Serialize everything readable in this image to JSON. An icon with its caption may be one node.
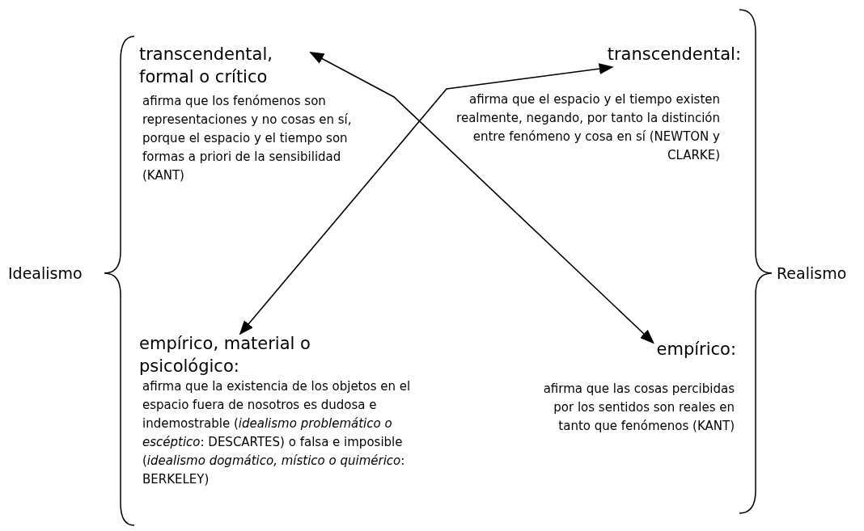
{
  "diagram": {
    "nodes": [
      {
        "text": [
          "transcendental, formal o crítico",
          "afirma que los fenómenos son representaciones y no cosas en sí, porque el espacio y el tiempo son formas a priori de la sensibilidad (KANT)"
        ]
      },
      {
        "text": [
          "transcendental:",
          "afirma que el espacio y el tiempo existen realmente, negando, por tanto la distinción entre fenómeno y cosa en sí (NEWTON y CLARKE)"
        ]
      },
      {
        "text": [
          "empírico, material o psicológico:",
          "afirma que la existencia de los objetos en el espacio fuera de nosotros es dudosa e indemostrable (*idealismo problemático o escéptico*: DESCARTES) o falsa e imposible (*idealismo dogmático, místico o quimérico*: BERKELEY)"
        ]
      },
      {
        "text": [
          "empírico:",
          "afirma que las cosas percibidas por los sentidos son reales en tanto que fenómenos (KANT)"
        ]
      }
    ],
    "edges": [
      {
        "from": 0,
        "to": 3,
        "arrow": "both"
      },
      {
        "from": 1,
        "to": 2,
        "arrow": "both"
      }
    ],
    "labels": [
      "Idealismo",
      "Realismo"
    ]
  }
}
